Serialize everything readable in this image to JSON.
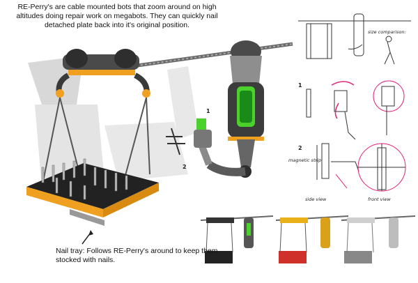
{
  "description": "RE-Perry's are cable mounted bots that zoom around on high altitudes doing repair work on megabots. They can quickly nail detached plate back into it's original position.",
  "tray_caption": "Nail tray: Follows RE-Perry's around to keep them stocked with nails.",
  "callouts": [
    "1",
    "2"
  ],
  "size_comparison_label": "size comparison:",
  "steps": [
    "1",
    "2"
  ],
  "magnetic_strip_label": "magnetic strip",
  "side_view_label": "side view",
  "front_view_label": "front view",
  "colors": {
    "accent_orange": "#f0a020",
    "accent_green": "#4cd12c",
    "annotation_magenta": "#e0207a",
    "metal_dark": "#3a3a3a",
    "metal_light": "#9a9a9a"
  }
}
